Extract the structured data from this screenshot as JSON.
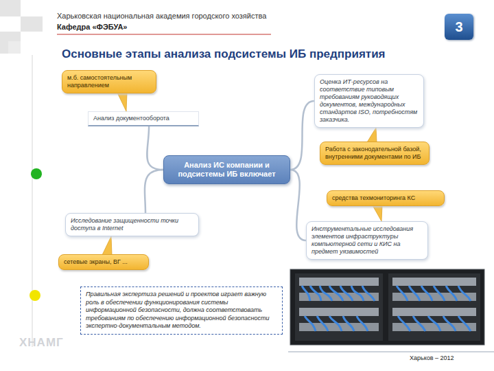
{
  "diagram": {
    "title": "Основные этапы анализа подсистемы ИБ предприятия",
    "nodes": [
      {
        "text": [
          "3"
        ]
      },
      {
        "text": [
          "м.б. самостоятельным направлением"
        ]
      },
      {
        "text": [
          "Анализ документооборота"
        ]
      },
      {
        "text": [
          "Оценка ИТ-ресурсов на соответствие типовым требованиям руководящих документов, международных стандартов ISO, потребностям заказчика."
        ]
      },
      {
        "text": [
          "Анализ ИС компании и подсистемы ИБ включает"
        ]
      },
      {
        "text": [
          "Работа с законодательной базой, внутренними документами по ИБ"
        ]
      },
      {
        "text": [
          "средства техмониторинга КС"
        ]
      },
      {
        "text": [
          "Исследование защищенности точки доступа в Internet"
        ]
      },
      {
        "text": [
          "Инструментальные исследования элементов инфраструктуры компьютерной сети и КИС на предмет уязвимостей"
        ]
      },
      {
        "text": [
          "сетевые экраны, ВГ ..."
        ]
      },
      {
        "text": [
          "Правильная экспертиза решений и проектов играет важную роль в обеспечении функционирования системы информационной безопасности, должна соответствовать требованиям по обеспечению информационной безопасности экспертно-документальным методом."
        ]
      }
    ],
    "edges": [
      {
        "from": 4,
        "to": 2,
        "arrow": "none"
      },
      {
        "from": 4,
        "to": 3,
        "arrow": "none"
      },
      {
        "from": 4,
        "to": 7,
        "arrow": "none"
      },
      {
        "from": 4,
        "to": 8,
        "arrow": "none"
      },
      {
        "from": 1,
        "to": 2,
        "arrow": "none"
      },
      {
        "from": 5,
        "to": 3,
        "arrow": "none"
      },
      {
        "from": 6,
        "to": 8,
        "arrow": "none"
      },
      {
        "from": 9,
        "to": 7,
        "arrow": "none"
      }
    ],
    "labels": [
      "Харьковская национальная академия городского хозяйства",
      "Кафедра «ФЭБУА»",
      "Харьков – 2012",
      "ХНАМГ"
    ]
  }
}
